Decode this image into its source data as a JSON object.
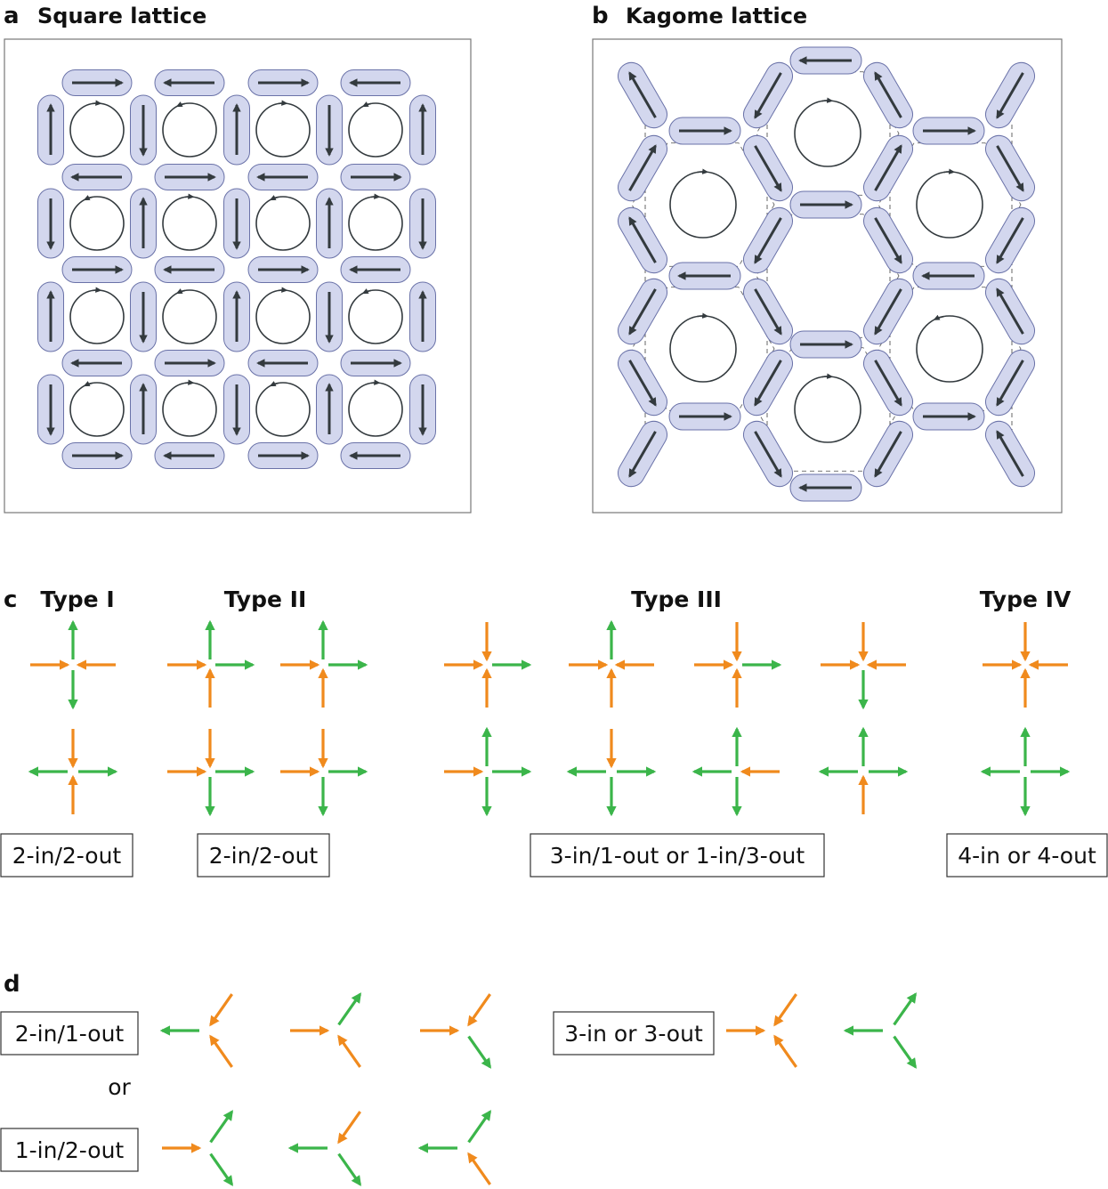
{
  "panels": {
    "a": {
      "letter": "a",
      "title": "Square lattice"
    },
    "b": {
      "letter": "b",
      "title": "Kagome lattice"
    },
    "c": {
      "letter": "c",
      "types": [
        "Type I",
        "Type II",
        "Type III",
        "Type IV"
      ],
      "boxes": [
        "2-in/2-out",
        "2-in/2-out",
        "3-in/1-out or 1-in/3-out",
        "4-in or 4-out"
      ]
    },
    "d": {
      "letter": "d",
      "boxes": [
        "2-in/1-out",
        "1-in/2-out",
        "3-in or 3-out"
      ],
      "or_text": "or"
    }
  },
  "colors": {
    "in_arrow": "#f08a1d",
    "out_arrow": "#3bb54a",
    "island_fill": "#d3d7ee",
    "island_stroke": "#6a72a8",
    "moment_arrow": "#333a3e"
  }
}
